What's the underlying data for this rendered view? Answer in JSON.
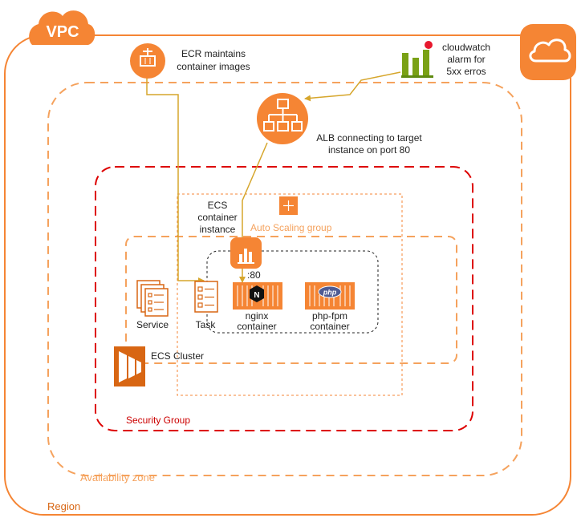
{
  "vpc": {
    "badge": "VPC"
  },
  "region": {
    "label": "Region"
  },
  "availability_zone": {
    "label": "Availability zone"
  },
  "security_group": {
    "label": "Security Group"
  },
  "auto_scaling_group": {
    "label": "Auto Scaling group"
  },
  "ecs_cluster": {
    "label": "ECS Cluster"
  },
  "ecr": {
    "label_line1": "ECR maintains",
    "label_line2": "container images"
  },
  "cloudwatch": {
    "label_line1": "cloudwatch",
    "label_line2": "alarm for",
    "label_line3": "5xx erros"
  },
  "alb": {
    "label_line1": "ALB connecting to target",
    "label_line2": "instance on port 80"
  },
  "ecs_instance": {
    "label_line1": "ECS",
    "label_line2": "container",
    "label_line3": "instance",
    "port": ":80"
  },
  "service": {
    "label": "Service"
  },
  "task": {
    "label": "Task"
  },
  "nginx": {
    "label_line1": "nginx",
    "label_line2": "container",
    "logo_text": "N"
  },
  "php": {
    "label_line1": "php-fpm",
    "label_line2": "container",
    "logo_text": "php"
  },
  "colors": {
    "aws_orange": "#f58534",
    "zone_orange": "#f5a25d",
    "security_red": "#dd0000",
    "cluster_orange": "#d86613",
    "cloudwatch_green": "#7aa116",
    "alarm_red": "#e7192e",
    "arrow_gold": "#d6a62c"
  }
}
